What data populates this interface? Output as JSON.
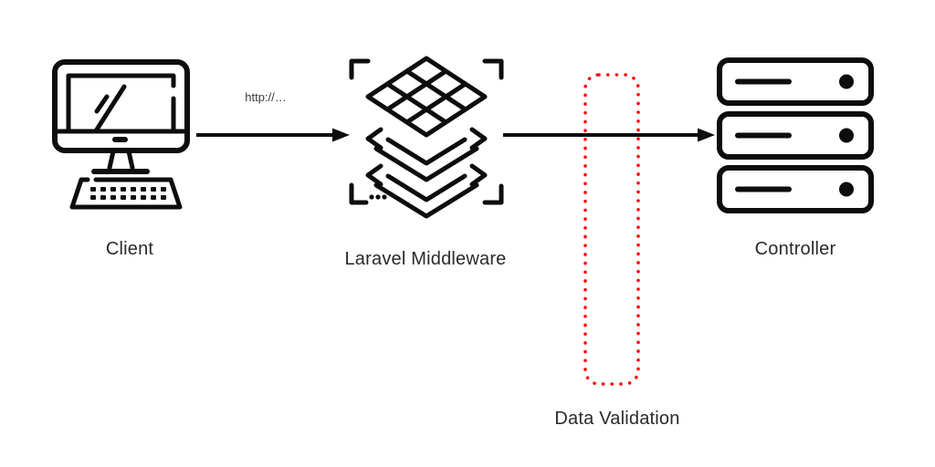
{
  "diagram": {
    "background": "#ffffff",
    "nodes": {
      "client": {
        "label": "Client",
        "icon": "desktop-computer-icon"
      },
      "middleware": {
        "label": "Laravel Middleware",
        "icon": "laravel-layers-icon"
      },
      "controller": {
        "label": "Controller",
        "icon": "server-stack-icon"
      },
      "validation": {
        "label": "Data Validation",
        "shape": "red-dotted-rounded-rectangle"
      }
    },
    "edges": {
      "client_to_middleware": {
        "label": "http://…",
        "from": "client",
        "to": "middleware"
      },
      "middleware_to_controller": {
        "label": "",
        "from": "middleware",
        "to": "controller",
        "passes_through": "validation"
      }
    },
    "colors": {
      "shape_stroke": "#0d0d0d",
      "validation_border": "#ff0c0c",
      "node_label": "#2a2a2a",
      "edge_label": "#3a3a3a"
    }
  }
}
